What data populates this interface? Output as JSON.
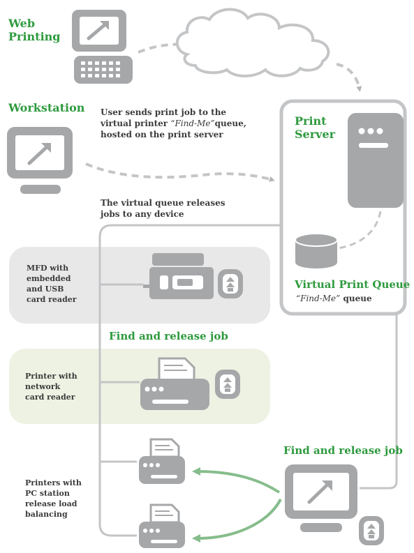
{
  "labels": {
    "web_printing_line1": "Web",
    "web_printing_line2": "Printing",
    "workstation": "Workstation",
    "print_server_line1": "Print",
    "print_server_line2": "Server",
    "virtual_print_queue": "Virtual Print Queue",
    "find_me_queue_italic": "“Find-Me”",
    "find_me_queue_suffix": " queue",
    "find_release_1": "Find and release job",
    "find_release_2": "Find and release job"
  },
  "descriptions": {
    "user_sends_line1": "User sends print job to the",
    "user_sends_line2_a": "virtual printer ",
    "user_sends_line2_italic": "“Find-Me”",
    "user_sends_line2_b": "queue,",
    "user_sends_line3": "hosted on the print server",
    "virtual_releases_line1": "The virtual queue releases",
    "virtual_releases_line2": "jobs to any device"
  },
  "devices": {
    "mfd_line1": "MFD with",
    "mfd_line2": "embedded",
    "mfd_line3": "and USB",
    "mfd_line4": "card reader",
    "printer_line1": "Printer with",
    "printer_line2": "network",
    "printer_line3": "card reader",
    "pc_line1": "Printers with",
    "pc_line2": "PC station",
    "pc_line3": "release load",
    "pc_line4": "balancing"
  },
  "colors": {
    "accent_green": "#2e9a3e",
    "icon_gray": "#a6a7a9",
    "panel_gray": "#e8e8e9",
    "panel_green": "#eef2e3",
    "arrow_green": "#86bd8c"
  }
}
